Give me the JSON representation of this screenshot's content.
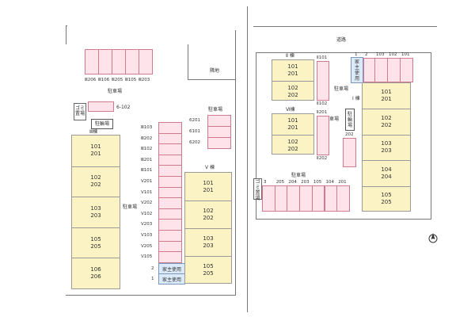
{
  "left_site": {
    "parking_top_label": "駐車場",
    "parking_mid_label": "駐車場",
    "parking_right_label": "駐車場",
    "neighbor_label": "隣地",
    "gomi_label": "ゴミ置場",
    "bicycle_label": "駐輪場",
    "top_slots": [
      "Ⅲ206",
      "Ⅲ106",
      "Ⅲ205",
      "Ⅲ105",
      "Ⅲ203"
    ],
    "slot_6102": "6-102",
    "right_slots": [
      "6201",
      "6101",
      "6202"
    ],
    "center_slots": [
      "Ⅲ103",
      "Ⅲ202",
      "Ⅲ102",
      "Ⅲ201",
      "Ⅲ101",
      "V201",
      "V101",
      "V202",
      "V102",
      "V203",
      "V103",
      "V205",
      "V105"
    ],
    "owner_slots": [
      {
        "num": "2",
        "label": "家主使用"
      },
      {
        "num": "1",
        "label": "家主使用"
      }
    ],
    "building_III": {
      "name": "Ⅲ棟",
      "units": [
        [
          "101",
          "201"
        ],
        [
          "102",
          "202"
        ],
        [
          "103",
          "203"
        ],
        [
          "105",
          "205"
        ],
        [
          "106",
          "206"
        ]
      ]
    },
    "building_V": {
      "name": "V 棟",
      "units": [
        [
          "101",
          "201"
        ],
        [
          "102",
          "202"
        ],
        [
          "103",
          "203"
        ],
        [
          "105",
          "205"
        ]
      ]
    }
  },
  "right_site": {
    "road_label": "道路",
    "parking_label_1": "駐車場",
    "parking_label_2": "駐車場",
    "parking_bottom_label": "駐車場",
    "bicycle_label": "駐輪場",
    "gomi_label": "ゴミ置場",
    "owner_slot": {
      "num": "1",
      "label": "家主使用"
    },
    "top_slot_nums": [
      "2",
      "103",
      "102",
      "101"
    ],
    "vertical_slots_a": [
      "Ⅱ101",
      "Ⅱ102"
    ],
    "vertical_slots_b": [
      "Ⅱ201",
      "Ⅱ202"
    ],
    "slot_202": "202",
    "bottom_slots": [
      "3",
      "205",
      "204",
      "203",
      "105",
      "104",
      "201"
    ],
    "building_II": {
      "name": "Ⅱ 棟",
      "units": [
        [
          "101",
          "201"
        ],
        [
          "102",
          "202"
        ]
      ]
    },
    "building_VI": {
      "name": "Ⅵ棟",
      "units": [
        [
          "101",
          "201"
        ],
        [
          "102",
          "202"
        ]
      ]
    },
    "building_I": {
      "name": "Ⅰ 棟",
      "units": [
        [
          "101",
          "201"
        ],
        [
          "102",
          "202"
        ],
        [
          "103",
          "203"
        ],
        [
          "104",
          "204"
        ],
        [
          "105",
          "205"
        ]
      ]
    }
  }
}
